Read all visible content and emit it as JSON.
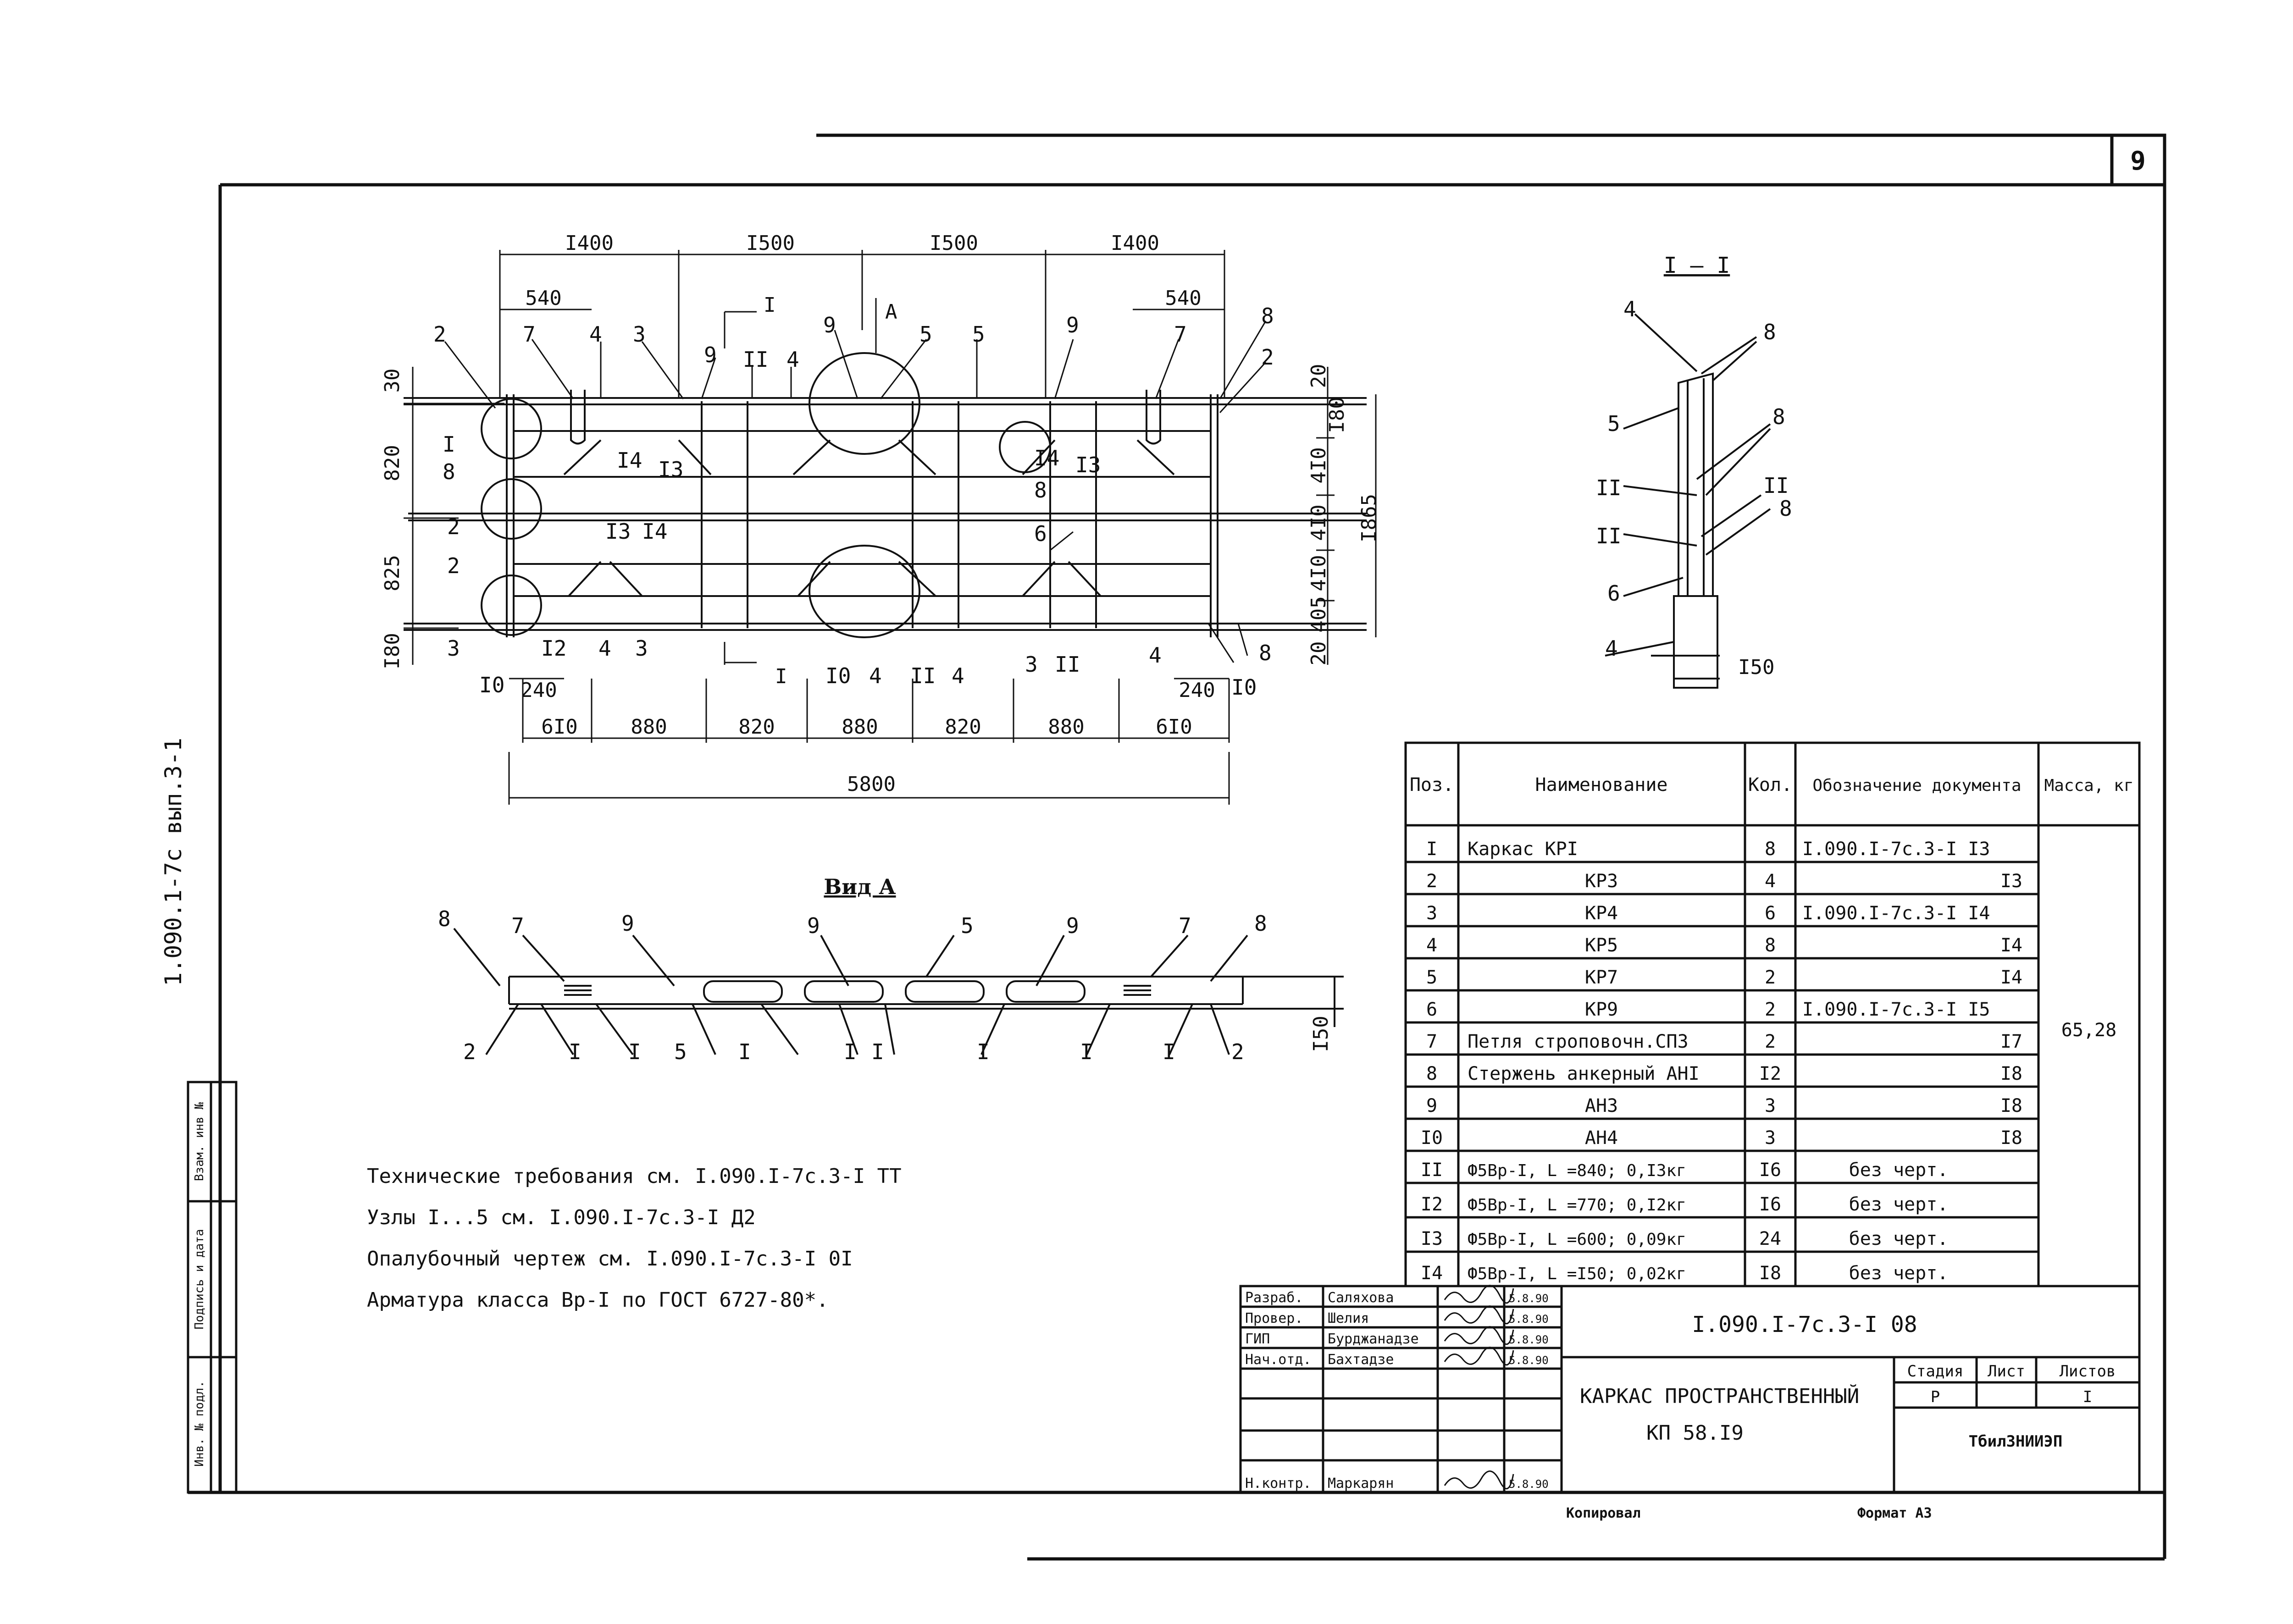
{
  "sheet": {
    "number": "9",
    "side_code": "1.090.1-7с вып.3-1"
  },
  "side_stamp": [
    "Инв. № подл.",
    "Подпись и дата",
    "Взам. инв №"
  ],
  "main_view": {
    "top_dims": [
      "I400",
      "I500",
      "I500",
      "I400"
    ],
    "top_sub_dims": [
      "540",
      "540"
    ],
    "bottom_dims": [
      "6I0",
      "880",
      "820",
      "880",
      "820",
      "880",
      "6I0"
    ],
    "total": "5800",
    "left_dims": [
      "30",
      "820",
      "825",
      "I80"
    ],
    "right_dims": [
      "20",
      "I80",
      "4I0",
      "4I0",
      "4I0",
      "405",
      "20"
    ],
    "overall_height": "I865",
    "edge_dims": [
      "240",
      "240"
    ],
    "section_mark": "I",
    "view_mark": "А",
    "callouts_top": [
      "2",
      "7",
      "4",
      "3",
      "9",
      "II",
      "4",
      "9",
      "5",
      "5",
      "9",
      "7",
      "8",
      "2"
    ],
    "callouts_left": [
      "I",
      "8",
      "2",
      "2",
      "3",
      "I2",
      "I0"
    ],
    "callouts_inner": [
      "I4",
      "I3",
      "I3",
      "I4",
      "I4",
      "I3",
      "8",
      "6"
    ],
    "callouts_bottom": [
      "4",
      "3",
      "I0",
      "4",
      "II",
      "4",
      "3",
      "II",
      "4",
      "8",
      "I0"
    ]
  },
  "section_view": {
    "title": "I – I",
    "callouts": [
      "4",
      "8",
      "5",
      "8",
      "II",
      "II",
      "II",
      "8",
      "6",
      "4"
    ],
    "dim": "I50"
  },
  "view_a": {
    "title": "Вид А",
    "callouts_top": [
      "8",
      "7",
      "9",
      "9",
      "5",
      "9",
      "7",
      "8"
    ],
    "callouts_bottom": [
      "2",
      "I",
      "I",
      "5",
      "I",
      "I",
      "I",
      "I",
      "I",
      "I",
      "2"
    ],
    "dim": "I50"
  },
  "notes": [
    "Технические требования см. I.090.I-7с.3-I ТТ",
    "Узлы I...5 см. I.090.I-7с.3-I Д2",
    "Опалубочный чертеж см. I.090.I-7с.3-I 0I",
    "Арматура класса Вр-I по ГОСТ 6727-80*."
  ],
  "spec_table": {
    "headers": [
      "Поз.",
      "Наименование",
      "Кол.",
      "Обозначение документа",
      "Масса, кг"
    ],
    "rows": [
      [
        "I",
        "Каркас КРI",
        "8",
        "I.090.I-7с.3-I I3"
      ],
      [
        "2",
        "КР3",
        "4",
        "I3"
      ],
      [
        "3",
        "КР4",
        "6",
        "I.090.I-7с.3-I I4"
      ],
      [
        "4",
        "КР5",
        "8",
        "I4"
      ],
      [
        "5",
        "КР7",
        "2",
        "I4"
      ],
      [
        "6",
        "КР9",
        "2",
        "I.090.I-7с.3-I I5"
      ],
      [
        "7",
        "Петля строповочн.СП3",
        "2",
        "I7"
      ],
      [
        "8",
        "Стержень анкерный АНI",
        "I2",
        "I8"
      ],
      [
        "9",
        "АН3",
        "3",
        "I8"
      ],
      [
        "I0",
        "АН4",
        "3",
        "I8"
      ],
      [
        "II",
        "Ф5Вр-I, L =840; 0,I3кг",
        "I6",
        "без черт."
      ],
      [
        "I2",
        "Ф5Вр-I, L =770; 0,I2кг",
        "I6",
        "без черт."
      ],
      [
        "I3",
        "Ф5Вр-I, L =600; 0,09кг",
        "24",
        "без черт."
      ],
      [
        "I4",
        "Ф5Вр-I, L =I50; 0,02кг",
        "I8",
        "без черт."
      ]
    ],
    "mass": "65,28"
  },
  "title_block": {
    "people": [
      {
        "role": "Разраб.",
        "name": "Саляхова",
        "date": "5.8.90"
      },
      {
        "role": "Провер.",
        "name": "Шелия",
        "date": "5.8.90"
      },
      {
        "role": "ГИП",
        "name": "Бурджанадзе",
        "date": "5.8.90"
      },
      {
        "role": "Нач.отд.",
        "name": "Бахтадзе",
        "date": "5.8.90"
      },
      {
        "role": "Н.контр.",
        "name": "Маркарян",
        "date": "5.8.90"
      }
    ],
    "doc_code": "I.090.I-7с.3-I 08",
    "title_line1": "КАРКАС ПРОСТРАНСТВЕННЫЙ",
    "title_line2": "КП 58.I9",
    "stage_h": "Стадия",
    "sheet_h": "Лист",
    "sheets_h": "Листов",
    "stage": "Р",
    "sheets": "I",
    "org": "ТбилЗНИИЭП",
    "copied": "Копировал",
    "format": "Формат А3"
  }
}
